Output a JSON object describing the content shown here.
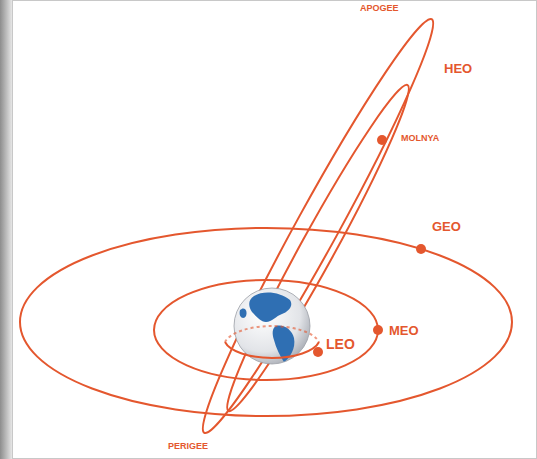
{
  "diagram": {
    "labels": [
      "APOGEE",
      "HEO",
      "MOLNYA",
      "GEO",
      "LEO",
      "MEO",
      "PERIGEE"
    ]
  }
}
